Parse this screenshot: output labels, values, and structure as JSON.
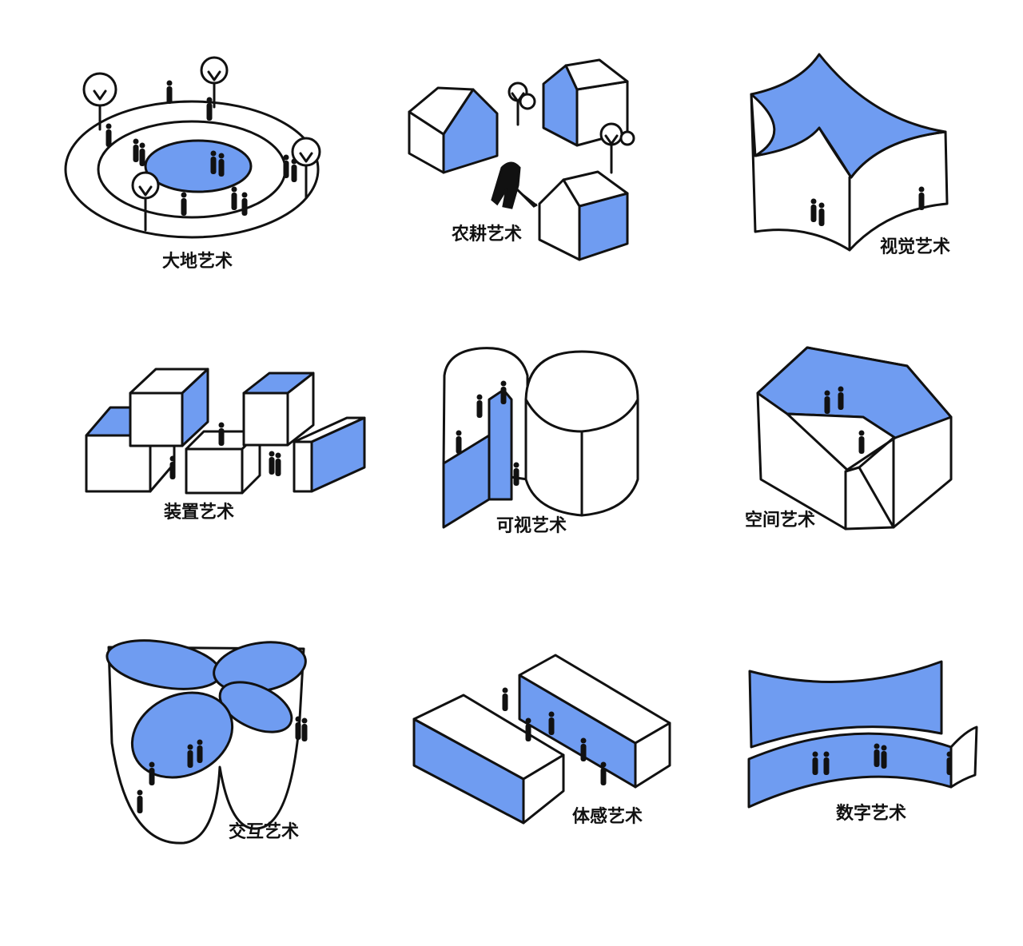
{
  "colors": {
    "accent_blue": "#6f9cf1",
    "line": "#111111",
    "background": "#ffffff"
  },
  "panels": [
    {
      "label": "大地艺术"
    },
    {
      "label": "农耕艺术"
    },
    {
      "label": "视觉艺术"
    },
    {
      "label": "装置艺术"
    },
    {
      "label": "可视艺术"
    },
    {
      "label": "空间艺术"
    },
    {
      "label": "交互艺术"
    },
    {
      "label": "体感艺术"
    },
    {
      "label": "数字艺术"
    }
  ]
}
